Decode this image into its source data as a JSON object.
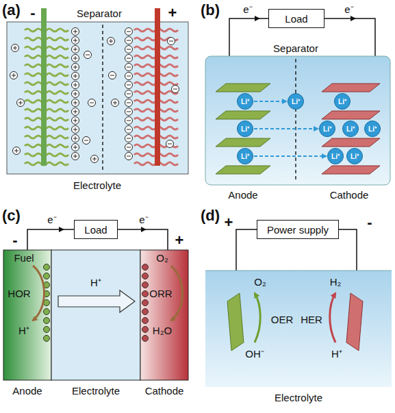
{
  "diagram": {
    "nodes": [
      {
        "text": [
          "Load"
        ]
      },
      {
        "text": [
          "Li⁺"
        ]
      },
      {
        "text": [
          "Li⁺"
        ]
      },
      {
        "text": [
          "Li⁺"
        ]
      },
      {
        "text": [
          "Li⁺"
        ]
      },
      {
        "text": [
          "Li⁺"
        ]
      },
      {
        "text": [
          "Li⁺"
        ]
      },
      {
        "text": [
          "Li⁺"
        ]
      },
      {
        "text": [
          "Li⁺"
        ]
      },
      {
        "text": [
          "Li⁺"
        ]
      },
      {
        "text": [
          "Li⁺"
        ]
      },
      {
        "text": [
          "Load"
        ]
      },
      {
        "text": [
          "Power supply"
        ]
      }
    ],
    "edges": [
      {
        "from": 1,
        "to": 4,
        "arrow": "to"
      },
      {
        "from": 2,
        "to": 6,
        "arrow": "to"
      },
      {
        "from": 3,
        "to": 8,
        "arrow": "to"
      }
    ],
    "labels": [
      "(a)",
      "-",
      "+",
      "Separator",
      "Electrolyte",
      "(b)",
      "e⁻",
      "e⁻",
      "Separator",
      "Anode",
      "Cathode",
      "(c)",
      "-",
      "+",
      "e⁻",
      "e⁻",
      "Fuel",
      "HOR",
      "H⁺",
      "H⁺",
      "O₂",
      "ORR",
      "H₂O",
      "Anode",
      "Electrolyte",
      "Cathode",
      "(d)",
      "+",
      "-",
      "O₂",
      "OER",
      "OH⁻",
      "H₂",
      "HER",
      "H⁺",
      "Electrolyte"
    ]
  }
}
